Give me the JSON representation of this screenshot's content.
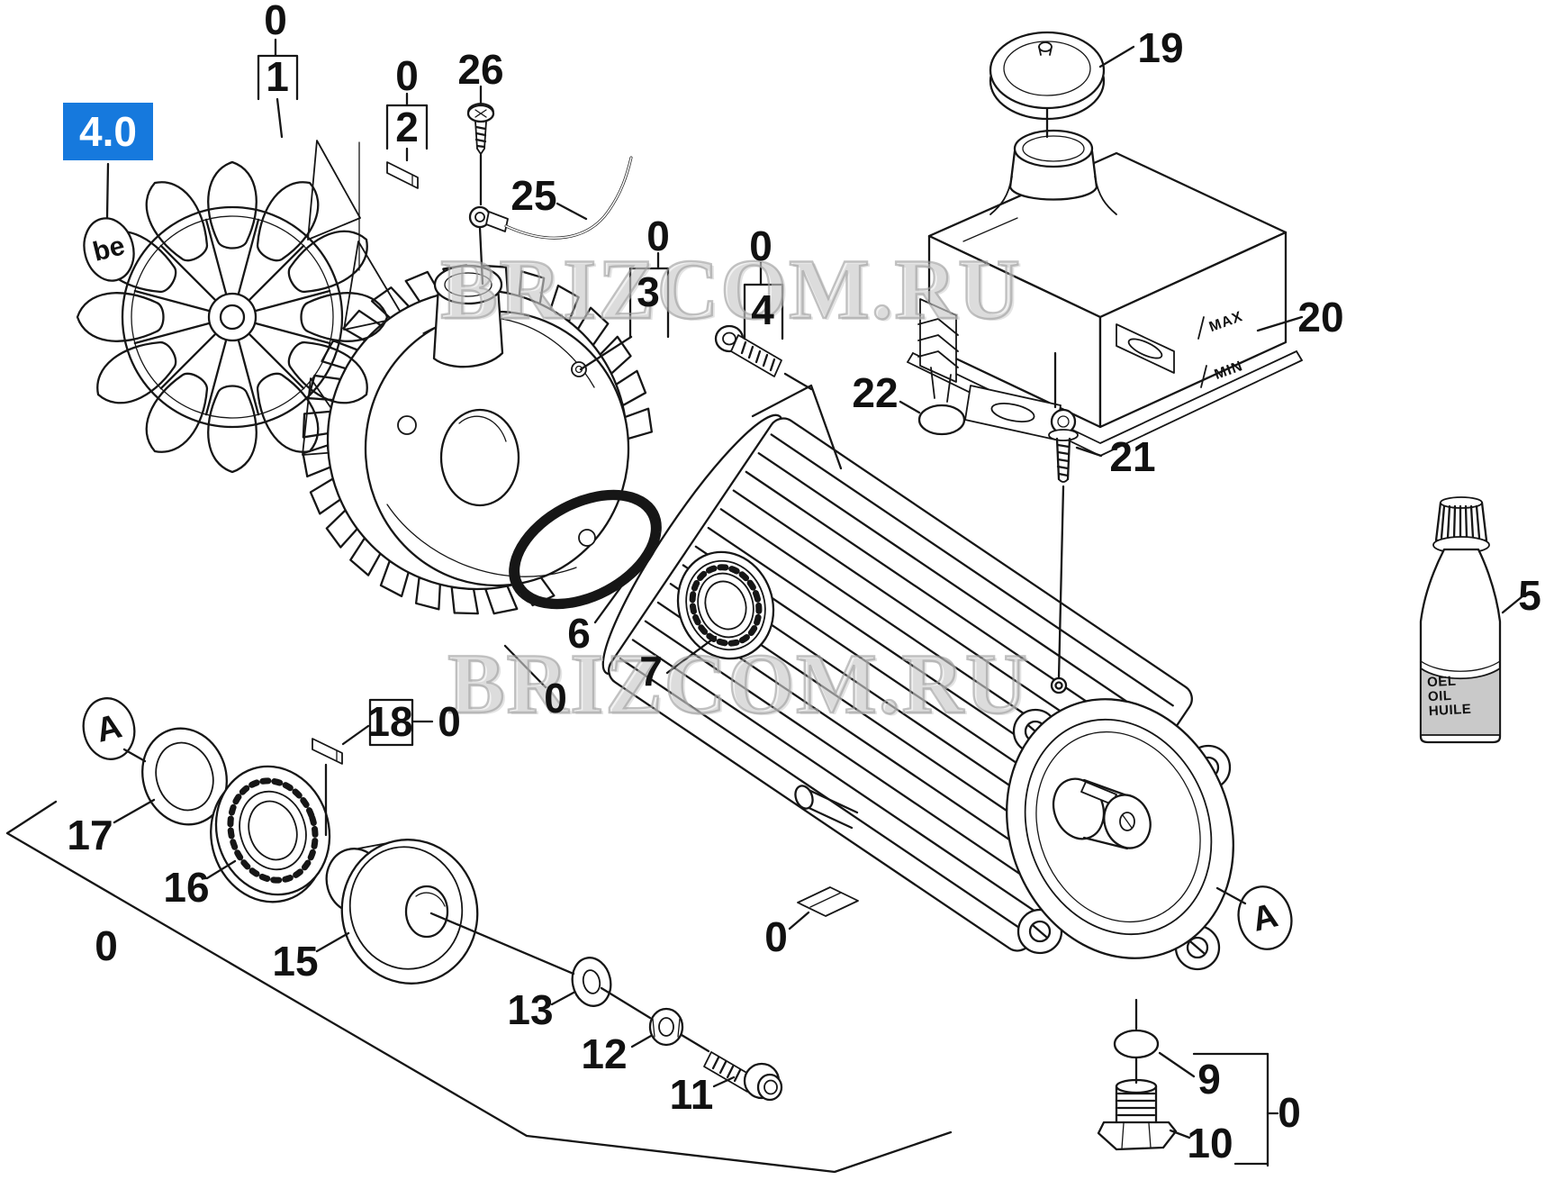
{
  "labels": {
    "section_badge": "4.0",
    "detail_be": "be",
    "detail_a": "A",
    "group_ref": "0",
    "watermark": "BRIZCOM.RU",
    "badge_color": "#1679dd"
  },
  "parts": {
    "fan_wheel": "1",
    "flywheel_key": "2",
    "stator_screw": "3",
    "stator_bolt": "4",
    "oil_bottle": "5",
    "toothed_ring": "6",
    "front_bearing": "7",
    "o_ring": "9",
    "drain_plug": "10",
    "pulley_bolt": "11",
    "hex_nut": "12",
    "washer": "13",
    "pulley": "15",
    "rear_bearing": "16",
    "shaft_seal": "17",
    "shaft_key": "18",
    "tank_cap": "19",
    "oil_tank": "20",
    "tank_screw": "21",
    "tank_seal": "22",
    "ground_cable": "25",
    "cable_screw": "26"
  },
  "tank": {
    "max_mark": "MAX",
    "min_mark": "MIN"
  },
  "bottle": {
    "line1": "OEL",
    "line2": "OIL",
    "line3": "HUILE"
  }
}
